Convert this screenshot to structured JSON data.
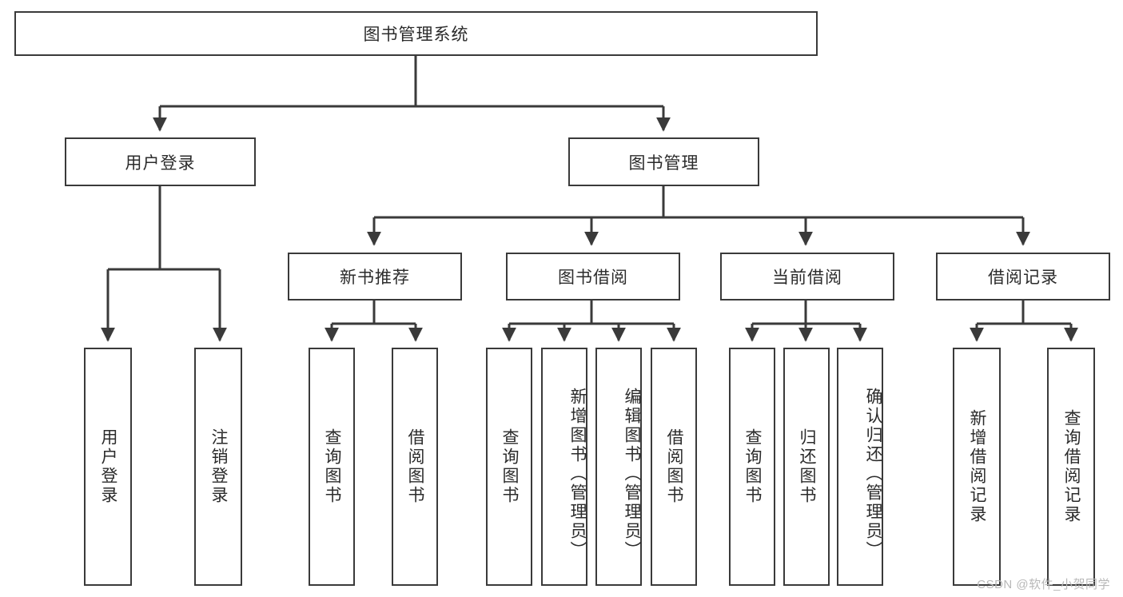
{
  "diagram": {
    "title": "图书管理系统",
    "type": "tree-hierarchy-chart",
    "root": {
      "label": "图书管理系统"
    },
    "level1": [
      {
        "label": "用户登录"
      },
      {
        "label": "图书管理"
      }
    ],
    "level2": [
      {
        "label": "新书推荐"
      },
      {
        "label": "图书借阅"
      },
      {
        "label": "当前借阅"
      },
      {
        "label": "借阅记录"
      }
    ],
    "leaves": {
      "user_login": [
        {
          "label": "用户登录"
        },
        {
          "label": "注销登录"
        }
      ],
      "new_book_recommend": [
        {
          "label": "查询图书"
        },
        {
          "label": "借阅图书"
        }
      ],
      "book_borrow": [
        {
          "label": "查询图书"
        },
        {
          "label": "新增图书（管理员）"
        },
        {
          "label": "编辑图书（管理员）"
        },
        {
          "label": "借阅图书"
        }
      ],
      "current_borrow": [
        {
          "label": "查询图书"
        },
        {
          "label": "归还图书"
        },
        {
          "label": "确认归还（管理员）"
        }
      ],
      "borrow_record": [
        {
          "label": "新增借阅记录"
        },
        {
          "label": "查询借阅记录"
        }
      ]
    }
  },
  "watermark": {
    "text": "CSDN @软件_小贺同学"
  },
  "colors": {
    "box_border": "#3a3a3a",
    "box_fill": "#ffffff",
    "text": "#2b2b2b",
    "connector": "#3a3a3a",
    "watermark": "#b8b8b8",
    "background": "#ffffff"
  }
}
